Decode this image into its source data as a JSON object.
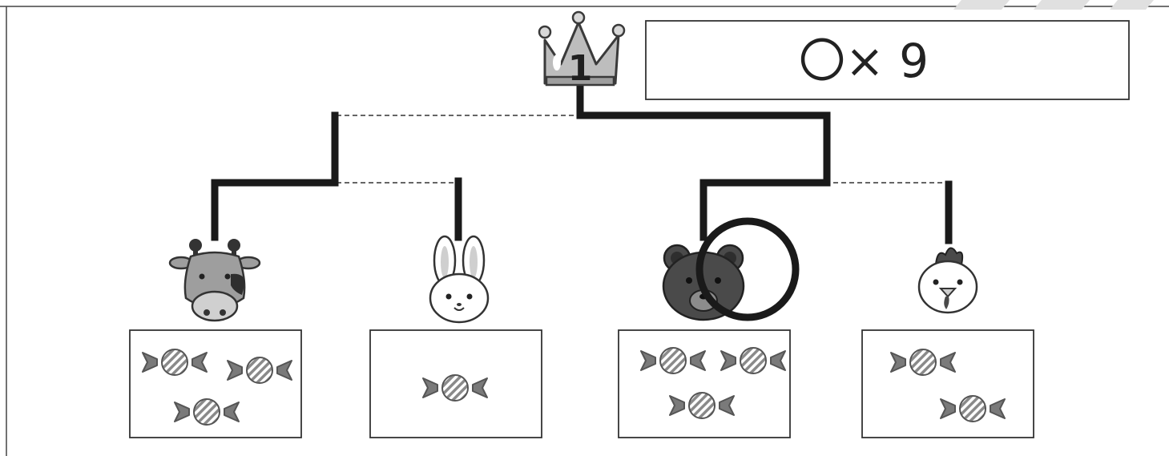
{
  "crown": {
    "rank": "1"
  },
  "score": {
    "text": "〇× 9"
  },
  "animals": [
    {
      "name": "cow",
      "candies": 3
    },
    {
      "name": "rabbit",
      "candies": 1
    },
    {
      "name": "bear",
      "candies": 3,
      "circled": true
    },
    {
      "name": "chicken",
      "candies": 2
    }
  ],
  "bracket": {
    "match_winners": [
      "cow",
      "bear"
    ],
    "champion": "bear"
  },
  "colors": {
    "line": "#1a1a1a",
    "candy": "#777777",
    "gray_fill": "#9e9e9e",
    "dark_fill": "#4a4a4a"
  }
}
